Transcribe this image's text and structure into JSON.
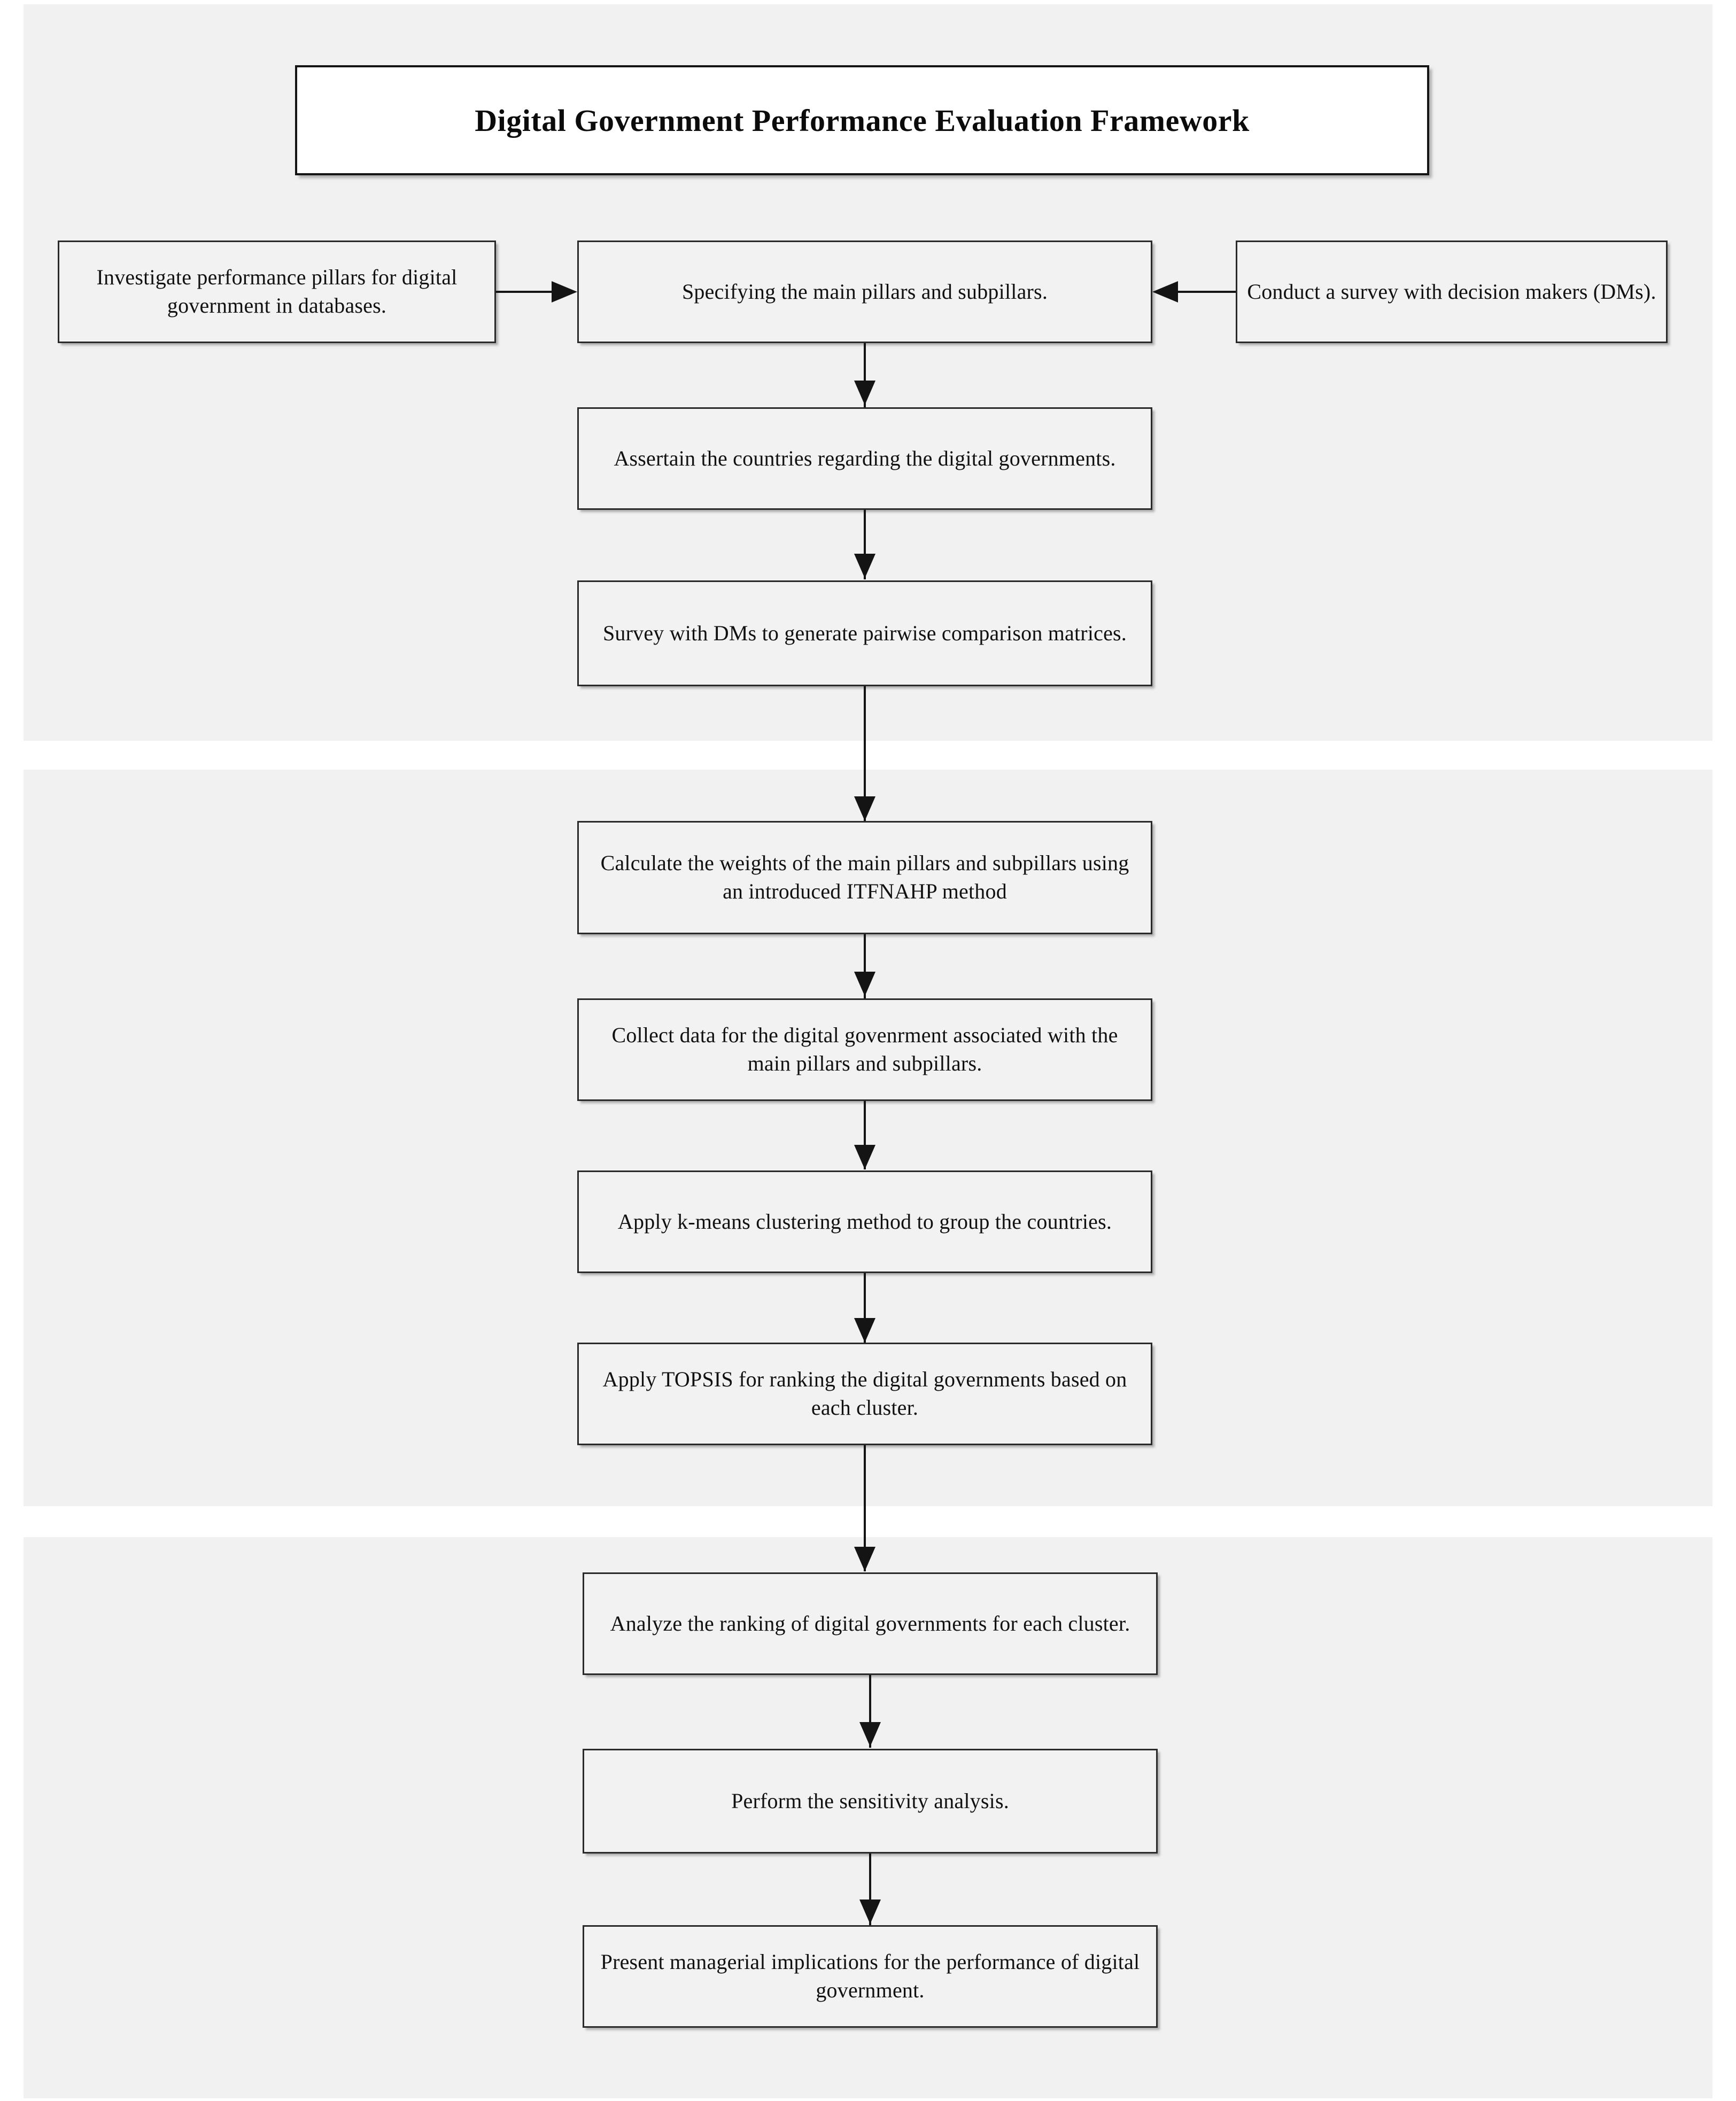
{
  "figure": {
    "title": "Digital Government Performance Evaluation Framework",
    "type": "flowchart",
    "colors": {
      "band_background": "#f1f1f1",
      "node_fill": "#f2f2f2",
      "node_border": "#2a2a2a",
      "title_fill": "#ffffff",
      "connector": "#141414",
      "page_background": "#ffffff"
    }
  },
  "nodes": [
    {
      "id": "investigate-pillars",
      "label": "Investigate performance pillars for digital government in databases.",
      "stage": 1
    },
    {
      "id": "specify-pillars",
      "label": "Specifying the main pillars and subpillars.",
      "stage": 1
    },
    {
      "id": "conduct-survey",
      "label": "Conduct a survey with decision makers (DMs).",
      "stage": 1
    },
    {
      "id": "assertain-countries",
      "label": "Assertain the countries regarding the digital governments.",
      "stage": 1
    },
    {
      "id": "survey-pairwise",
      "label": "Survey with DMs to generate pairwise comparison matrices.",
      "stage": 1
    },
    {
      "id": "calculate-weights",
      "label": "Calculate the weights of the main pillars and subpillars using an introduced ITFNAHP method",
      "stage": 2
    },
    {
      "id": "collect-data",
      "label": "Collect data for the digital govenrment associated with the main pillars and subpillars.",
      "stage": 2
    },
    {
      "id": "kmeans-clustering",
      "label": "Apply k-means clustering method to group the countries.",
      "stage": 2
    },
    {
      "id": "apply-topsis",
      "label": "Apply TOPSIS for ranking the digital governments based on each cluster.",
      "stage": 2
    },
    {
      "id": "analyze-ranking",
      "label": "Analyze the ranking of digital governments for each cluster.",
      "stage": 3
    },
    {
      "id": "sensitivity-analysis",
      "label": "Perform the sensitivity analysis.",
      "stage": 3
    },
    {
      "id": "managerial-implications",
      "label": "Present managerial implications for the performance of digital government.",
      "stage": 3
    }
  ],
  "edges": [
    {
      "from": "investigate-pillars",
      "to": "specify-pillars",
      "direction": "right"
    },
    {
      "from": "conduct-survey",
      "to": "specify-pillars",
      "direction": "left"
    },
    {
      "from": "specify-pillars",
      "to": "assertain-countries",
      "direction": "down"
    },
    {
      "from": "assertain-countries",
      "to": "survey-pairwise",
      "direction": "down"
    },
    {
      "from": "survey-pairwise",
      "to": "calculate-weights",
      "direction": "down"
    },
    {
      "from": "calculate-weights",
      "to": "collect-data",
      "direction": "down"
    },
    {
      "from": "collect-data",
      "to": "kmeans-clustering",
      "direction": "down"
    },
    {
      "from": "kmeans-clustering",
      "to": "apply-topsis",
      "direction": "down"
    },
    {
      "from": "apply-topsis",
      "to": "analyze-ranking",
      "direction": "down"
    },
    {
      "from": "analyze-ranking",
      "to": "sensitivity-analysis",
      "direction": "down"
    },
    {
      "from": "sensitivity-analysis",
      "to": "managerial-implications",
      "direction": "down"
    }
  ]
}
